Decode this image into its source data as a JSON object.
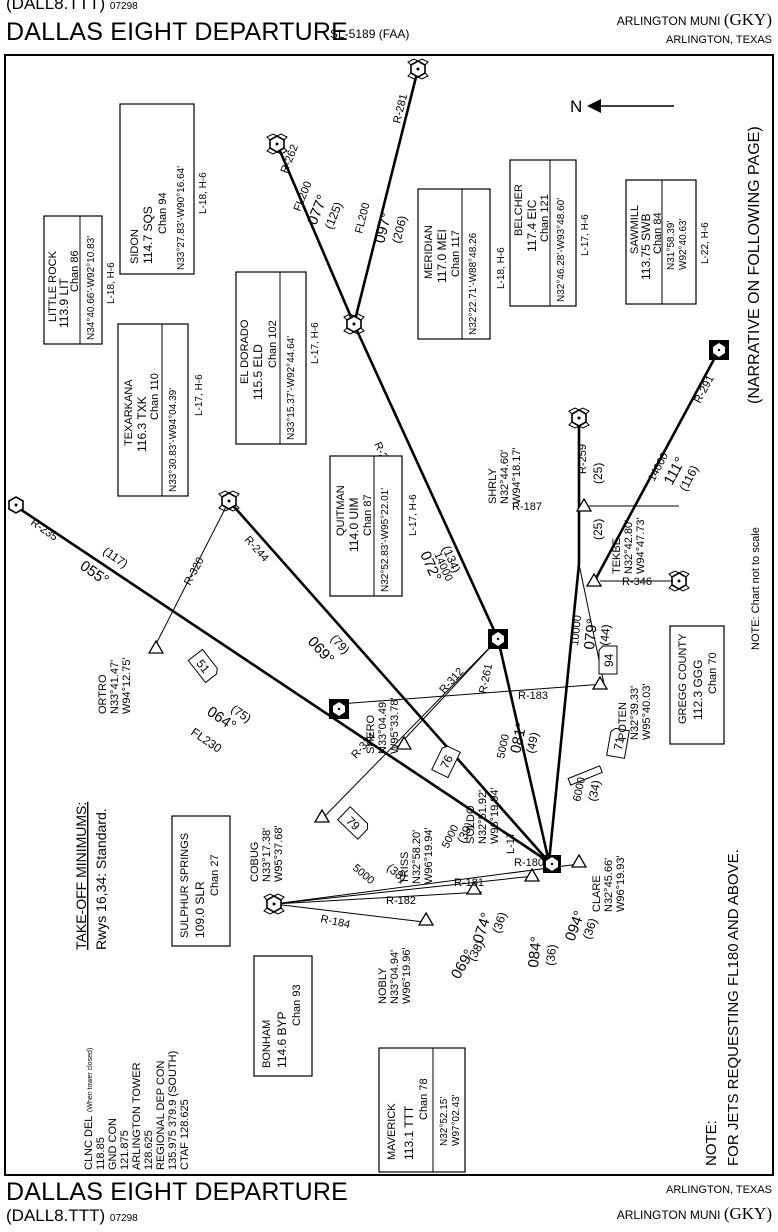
{
  "header": {
    "computer_code": "(DALL8.TTT)",
    "chart_number": "07298",
    "title": "DALLAS EIGHT DEPARTURE",
    "sl_number": "SL-5189 (FAA)",
    "airport": "ARLINGTON MUNI",
    "airport_id": "(GKY)",
    "city": "ARLINGTON, TEXAS"
  },
  "footer": {
    "title": "DALLAS EIGHT DEPARTURE",
    "computer_code": "(DALL8.TTT)",
    "chart_number": "07298",
    "city": "ARLINGTON, TEXAS",
    "airport": "ARLINGTON MUNI",
    "airport_id": "(GKY)"
  },
  "narrative_note": "(NARRATIVE ON FOLLOWING PAGE)",
  "not_to_scale": "NOTE: Chart not to scale",
  "jets_note": [
    "NOTE:",
    "FOR JETS REQUESTING FL180 AND ABOVE."
  ],
  "north": "N",
  "takeoff": {
    "title": "TAKE-OFF MINIMUMS:",
    "body": "Rwys 16,34: Standard."
  },
  "comms": [
    "CLNC DEL",
    "118.85",
    "GND CON",
    "121.875",
    "ARLINGTON TOWER",
    "128.625",
    "REGIONAL DEP CON",
    "135.975  379.9 (SOUTH)",
    "CTAF 128.625"
  ],
  "comms_note": "(When tower closed)",
  "navaids": {
    "little_rock": [
      "LITTLE ROCK",
      "113.9  LIT",
      "Chan 86",
      "N34°40.66'-W92°10.83'",
      "L-18, H-6"
    ],
    "sidon": [
      "SIDON",
      "114.7 SQS",
      "Chan 94",
      "N33°27.83'-W90°16.64'",
      "L-18, H-6"
    ],
    "meridian": [
      "MERIDIAN",
      "117.0  MEI",
      "Chan 117",
      "N32°22.71'-W88°48.26",
      "L-18, H-6"
    ],
    "belcher": [
      "BELCHER",
      "117.4  EIC",
      "Chan 121",
      "N32°46.28'-W93°48.60'",
      "L-17, H-6"
    ],
    "sawmill": [
      "SAWMILL",
      "113.75 SWB",
      "Chan 84",
      "N31°58.39'",
      "W92°40.63'",
      "L-22, H-6"
    ],
    "el_dorado": [
      "EL DORADO",
      "115.5 ELD",
      "Chan 102",
      "N33°15.37'-W92°44.64'",
      "L-17, H-6"
    ],
    "texarkana": [
      "TEXARKANA",
      "116.3  TXK",
      "Chan 110",
      "N33°30.83'-W94°04.39'",
      "L-17, H-6"
    ],
    "quitman": [
      "QUITMAN",
      "114.0  UIM",
      "Chan 87",
      "N32°52.83'-W95°22.01'",
      "L-17, H-6"
    ],
    "gregg_county": [
      "GREGG COUNTY",
      "112.3 GGG",
      "Chan 70"
    ],
    "sulphur_springs": [
      "SULPHUR SPRINGS",
      "109.0  SLR",
      "Chan 27"
    ],
    "bonham": [
      "BONHAM",
      "114.6 BYP",
      "Chan 93"
    ],
    "maverick": [
      "MAVERICK",
      "113.1  TTT",
      "Chan 78",
      "N32°52.15'",
      "W97°02.43'"
    ]
  },
  "fixes": {
    "ortro": [
      "ORTRO",
      "N33°41.47'",
      "W94°12.75'"
    ],
    "shero": [
      "SHERO",
      "N33°04.49'",
      "W95°33.78'"
    ],
    "shrly": [
      "SHRLY",
      "N32°44.60'",
      "W94°18.17'"
    ],
    "tekbe": [
      "TEKBE",
      "N32°42.80'",
      "W94°47.73'"
    ],
    "poten": [
      "POTEN",
      "N32°39.33'",
      "W95°40.03'"
    ],
    "cobug": [
      "COBUG",
      "N33°17.38'",
      "W95°37.68'"
    ],
    "triss": [
      "TRISS",
      "N32°58.20'",
      "W96°19.94'"
    ],
    "soldo": [
      "SOLDO",
      "N32°51.92'",
      "W96°19.94'"
    ],
    "clare": [
      "CLARE",
      "N32°45.66'",
      "W96°19.93'"
    ],
    "nobly": [
      "NOBLY",
      "N33°04.94'",
      "W96°19.96'"
    ]
  },
  "route_labels": {
    "r235": "R-235",
    "r320": "R-320",
    "r244": "R-244",
    "r254": "R-254",
    "r262": "R-262",
    "r281": "R-281",
    "r312": "R-312",
    "r324": "R-324",
    "r261": "R-261",
    "r183": "R-183",
    "r187": "R-187",
    "r259": "R-259",
    "r346": "R-346",
    "r291": "R-291",
    "r180": "R-180",
    "r181": "R-181",
    "r182": "R-182",
    "r184": "R-184",
    "c055": "055°",
    "d117": "(117)",
    "c064": "064°",
    "d75": "(75)",
    "fl230": "FL230",
    "c069": "069°",
    "d79": "(79)",
    "c072": "072°",
    "d134": "(134)",
    "a14000a": "14000",
    "fl200a": "FL200",
    "c077": "077°",
    "d125": "(125)",
    "fl200b": "FL200",
    "c097": "097°",
    "d206": "(206)",
    "c079": "079°",
    "d44": "(44)",
    "a10000": "10000",
    "c111": "111°",
    "d116": "(116)",
    "a14000b": "14000",
    "d25a": "(25)",
    "d25b": "(25)",
    "c081": "081°",
    "d49": "(49)",
    "a5000a": "5000",
    "a5000b": "5000",
    "d39a": "(39)",
    "a5000c": "5000",
    "d38a": "(38)",
    "c084": "084°",
    "d36a": "(36)",
    "c094": "094°",
    "d36b": "(36)",
    "c074": "074°",
    "d36c": "(36)",
    "c069b": "069°",
    "d38b": "(38)",
    "a6000": "6000",
    "d34": "(34)",
    "l17": "L-17",
    "m51": "51",
    "m94": "94",
    "m71": "71",
    "m76": "76",
    "m79": "79"
  },
  "colors": {
    "ink": "#000000",
    "paper": "#ffffff"
  }
}
